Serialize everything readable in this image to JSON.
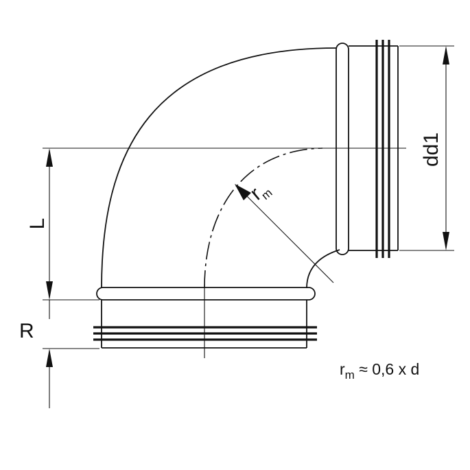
{
  "labels": {
    "dd1": "dd1",
    "L": "L",
    "R": "R",
    "rm_r": "r",
    "rm_m": "m",
    "formula_r": "r",
    "formula_m": "m",
    "formula_rest": " ≈ 0,6 x d"
  },
  "colors": {
    "stroke": "#111111",
    "background": "#ffffff"
  }
}
